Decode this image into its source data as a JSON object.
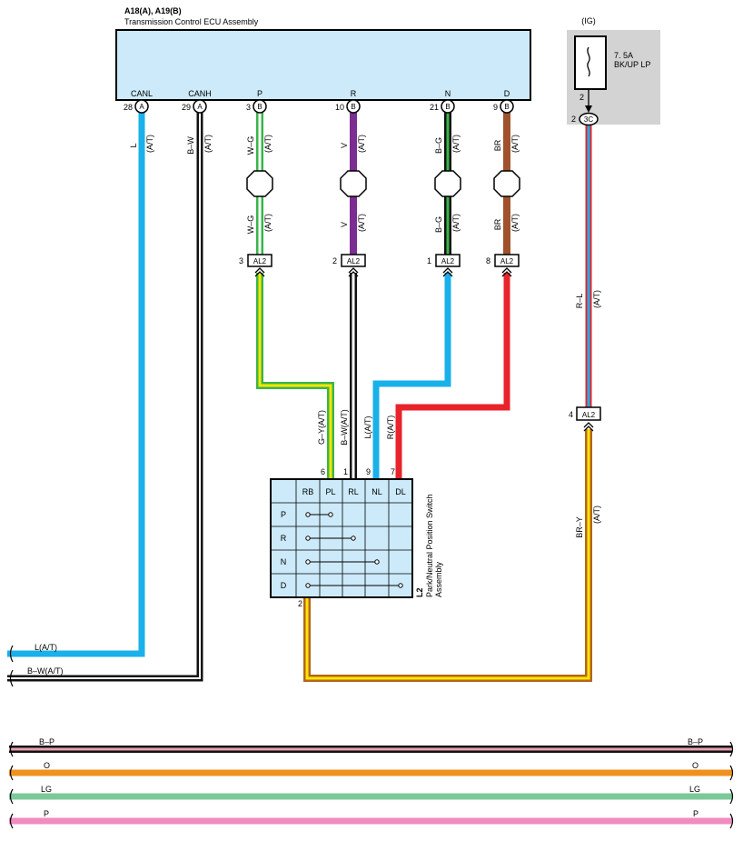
{
  "ecu": {
    "header": "A18(A), A19(B)",
    "title": "Transmission Control ECU Assembly",
    "pins": [
      {
        "name": "CANL",
        "num": "28",
        "conn": "A"
      },
      {
        "name": "CANH",
        "num": "29",
        "conn": "A"
      },
      {
        "name": "P",
        "num": "3",
        "conn": "B"
      },
      {
        "name": "R",
        "num": "10",
        "conn": "B"
      },
      {
        "name": "N",
        "num": "21",
        "conn": "B"
      },
      {
        "name": "D",
        "num": "9",
        "conn": "B"
      }
    ]
  },
  "fuse": {
    "group": "(IG)",
    "rating": "7. 5A",
    "name": "BK/UP LP",
    "pin": "2",
    "conn_pin": "2",
    "conn": "3C"
  },
  "wires": {
    "l": "L",
    "bw": "B–W",
    "wg": "W–G",
    "v": "V",
    "bg": "B–G",
    "br": "BR",
    "rl": "R–L",
    "bry": "BR–Y",
    "at": "(A/T)",
    "gy_at": "G–Y(A/T)",
    "bw_at": "B–W(A/T)",
    "l_at": "L(A/T)",
    "r_at": "R(A/T)"
  },
  "al2": {
    "label": "AL2",
    "pins": [
      "3",
      "2",
      "1",
      "8",
      "4"
    ]
  },
  "switch": {
    "id": "L2",
    "title": "Park/Neutral Position Switch",
    "subtitle": "Assembly",
    "top_pins": [
      "6",
      "1",
      "9",
      "7"
    ],
    "bottom_pin": "2",
    "columns": [
      "RB",
      "PL",
      "RL",
      "NL",
      "DL"
    ],
    "rows": [
      "P",
      "R",
      "N",
      "D"
    ]
  },
  "bus": {
    "l_at": "L(A/T)",
    "bw_at": "B–W(A/T)"
  },
  "bottom_wires": [
    {
      "label": "B–P",
      "color": "#e8a0b0"
    },
    {
      "label": "O",
      "color": "#f0901e"
    },
    {
      "label": "LG",
      "color": "#7cc89a"
    },
    {
      "label": "P",
      "color": "#f08cc0"
    }
  ],
  "colors": {
    "ecu_fill": "#cceaf9",
    "fuse_fill": "#d3d3d3",
    "switch_fill": "#cceaf9",
    "blue": "#1ab0ea",
    "black": "#111111",
    "violet": "#7b2d91",
    "brown": "#a0522d",
    "red": "#e8232a",
    "green": "#39b54a",
    "yellow": "#ffe600",
    "orange_brown": "#b5651d"
  }
}
